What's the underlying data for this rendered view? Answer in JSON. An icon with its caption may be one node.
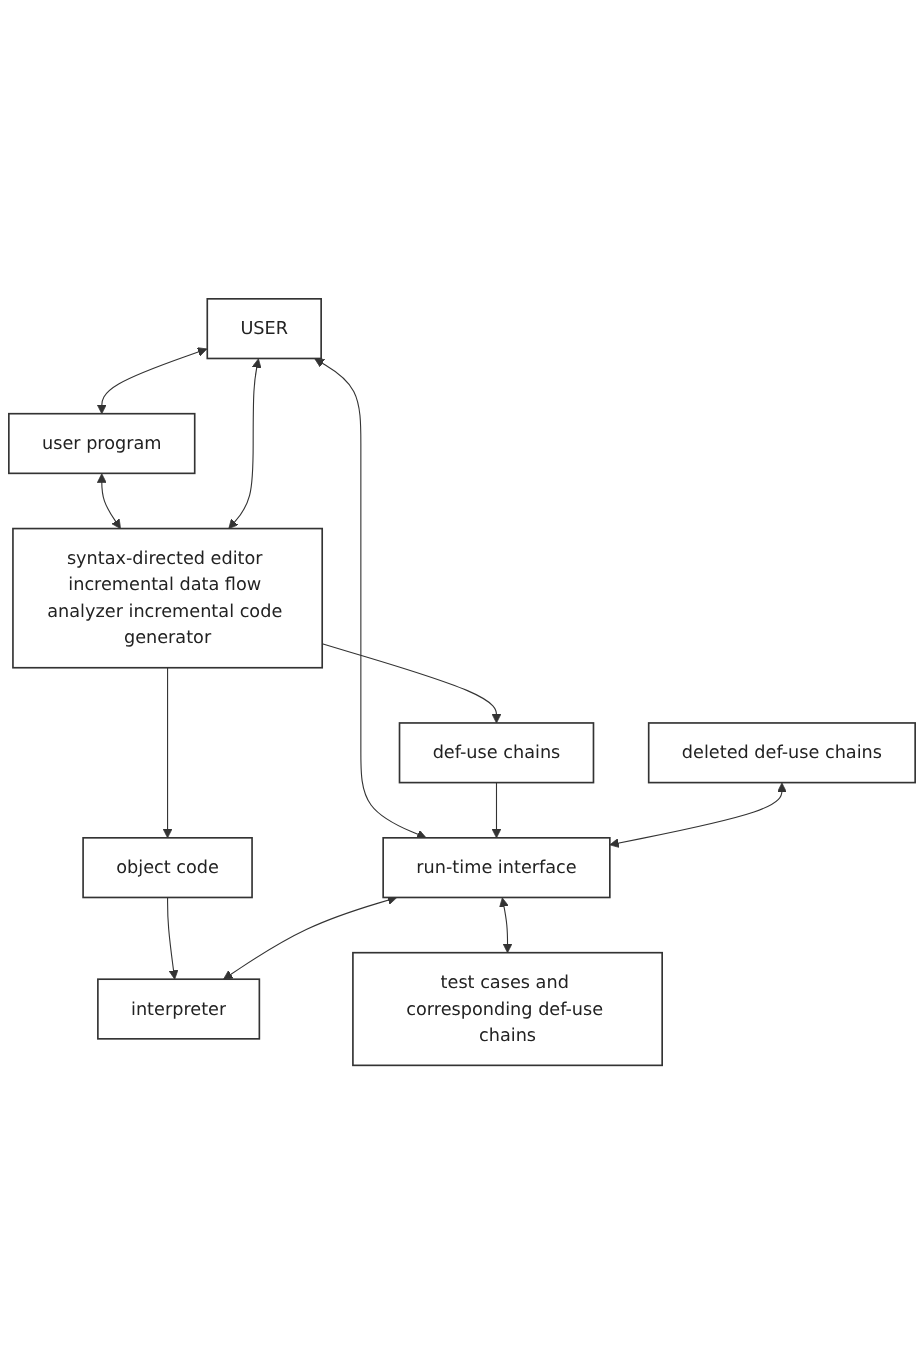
{
  "diagram": {
    "nodes": [
      {
        "text": [
          "USER"
        ]
      },
      {
        "text": [
          "user program"
        ]
      },
      {
        "text": [
          "syntax-directed editor incremental data flow analyzer incremental code generator"
        ]
      },
      {
        "text": [
          "def-use chains"
        ]
      },
      {
        "text": [
          "deleted def-use chains"
        ]
      },
      {
        "text": [
          "object code"
        ]
      },
      {
        "text": [
          "run-time interface"
        ]
      },
      {
        "text": [
          "interpreter"
        ]
      },
      {
        "text": [
          "test cases and corresponding def-use chains"
        ]
      }
    ],
    "edges": [
      {
        "from": 0,
        "to": 1,
        "arrow": "both"
      },
      {
        "from": 1,
        "to": 2,
        "arrow": "both"
      },
      {
        "from": 0,
        "to": 2,
        "arrow": "both"
      },
      {
        "from": 0,
        "to": 6,
        "arrow": "both"
      },
      {
        "from": 2,
        "to": 3,
        "arrow": "to"
      },
      {
        "from": 2,
        "to": 5,
        "arrow": "to"
      },
      {
        "from": 3,
        "to": 6,
        "arrow": "to"
      },
      {
        "from": 4,
        "to": 6,
        "arrow": "both"
      },
      {
        "from": 5,
        "to": 7,
        "arrow": "to"
      },
      {
        "from": 6,
        "to": 7,
        "arrow": "both"
      },
      {
        "from": 6,
        "to": 8,
        "arrow": "both"
      }
    ]
  }
}
